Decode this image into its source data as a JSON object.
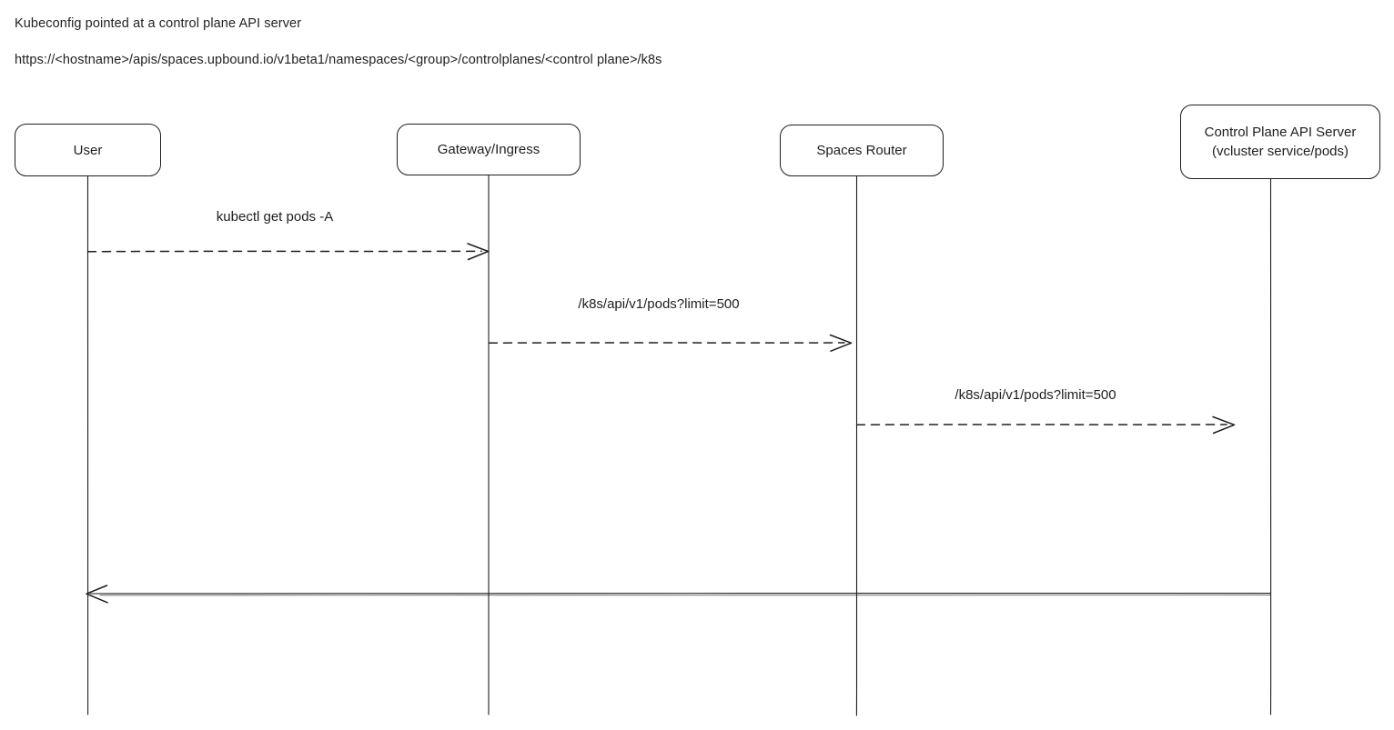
{
  "header": {
    "title": "Kubeconfig pointed at a control plane API server",
    "url": "https://<hostname>/apis/spaces.upbound.io/v1beta1/namespaces/<group>/controlplanes/<control plane>/k8s"
  },
  "colors": {
    "stroke": "#1e1e1e",
    "background": "#ffffff"
  },
  "diagram": {
    "type": "sequence",
    "actors": [
      {
        "id": "user",
        "label": "User"
      },
      {
        "id": "gateway-ingress",
        "label": "Gateway/Ingress"
      },
      {
        "id": "spaces-router",
        "label": "Spaces Router"
      },
      {
        "id": "control-plane-api-server",
        "label": "Control Plane API Server",
        "sublabel": "(vcluster service/pods)"
      }
    ],
    "messages": [
      {
        "from": "user",
        "to": "gateway-ingress",
        "label": "kubectl get pods -A",
        "line": "dashed",
        "direction": "right"
      },
      {
        "from": "gateway-ingress",
        "to": "spaces-router",
        "label": "/k8s/api/v1/pods?limit=500",
        "line": "dashed",
        "direction": "right"
      },
      {
        "from": "spaces-router",
        "to": "control-plane-api-server",
        "label": "/k8s/api/v1/pods?limit=500",
        "line": "dashed",
        "direction": "right"
      },
      {
        "from": "control-plane-api-server",
        "to": "user",
        "label": "",
        "line": "solid",
        "direction": "left"
      }
    ]
  }
}
